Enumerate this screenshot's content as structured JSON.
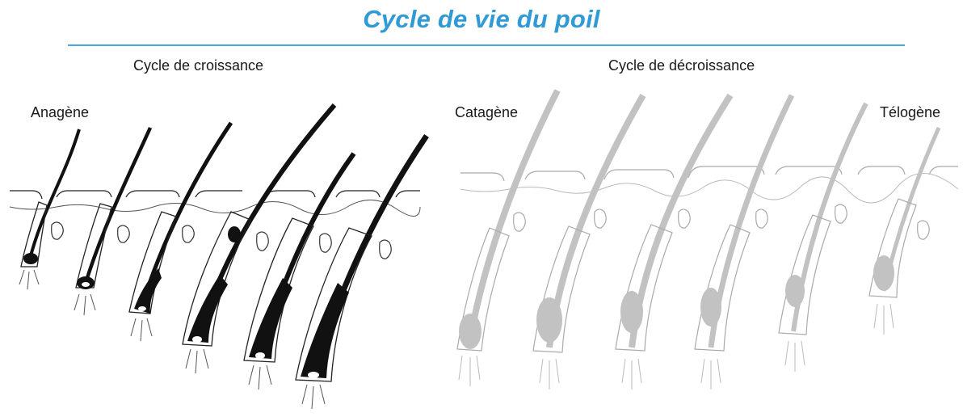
{
  "title": "Cycle de vie du poil",
  "sections": {
    "growth": "Cycle de croissance",
    "decline": "Cycle de décroissance"
  },
  "phases": {
    "anagen": "Anagène",
    "catagen": "Catagène",
    "telogen": "Télogène"
  },
  "colors": {
    "title": "#2f9ad6",
    "rule": "#4aa8e0",
    "anagen_hair": "#111111",
    "decline_hair": "#c2c2c2",
    "decline_outline": "#aaaaaa"
  }
}
